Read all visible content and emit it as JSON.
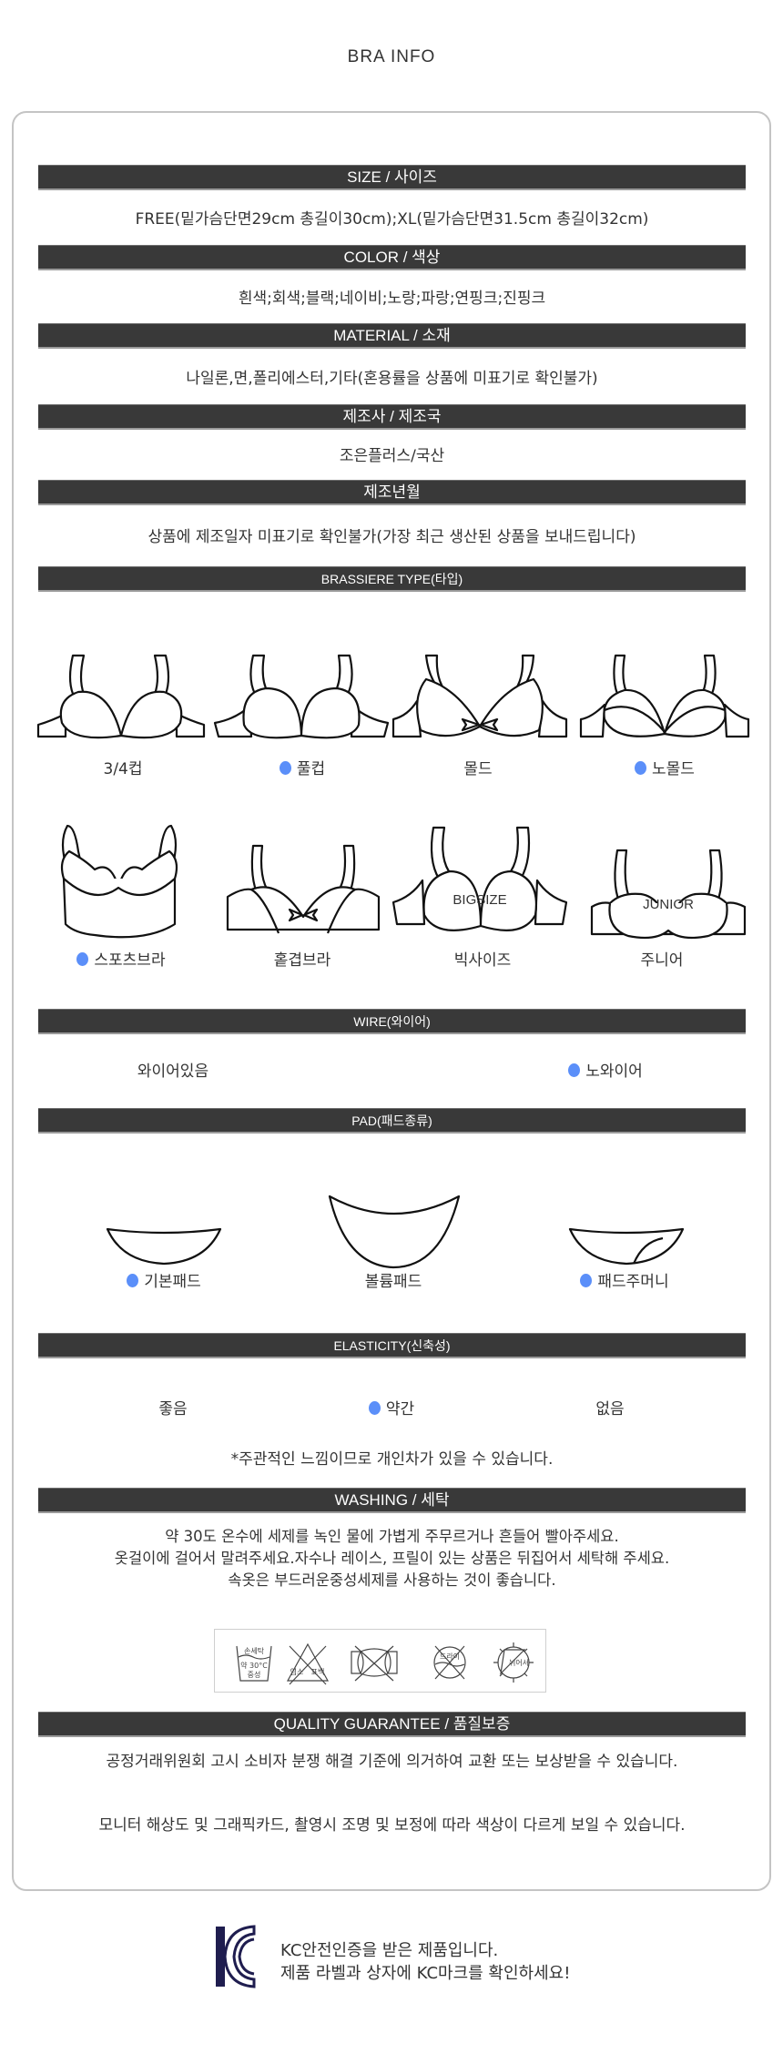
{
  "page": {
    "title": "BRA INFO"
  },
  "sections": {
    "size": {
      "header": "SIZE / 사이즈",
      "value": "FREE(밑가슴단면29cm 총길이30cm);XL(밑가슴단면31.5cm 총길이32cm)"
    },
    "color": {
      "header": "COLOR / 색상",
      "value": "흰색;회색;블랙;네이비;노랑;파랑;연핑크;진핑크"
    },
    "material": {
      "header": "MATERIAL / 소재",
      "value": "나일론,면,폴리에스터,기타(혼용률을 상품에 미표기로 확인불가)"
    },
    "maker": {
      "header": "제조사 / 제조국",
      "value": "조은플러스/국산"
    },
    "date": {
      "header": "제조년월",
      "value": "상품에 제조일자 미표기로 확인불가(가장 최근 생산된 상품을 보내드립니다)"
    },
    "type": {
      "header": "BRASSIERE TYPE(타입)",
      "items": [
        {
          "label": "3/4컵",
          "selected": false,
          "icon": "three-quarter-cup-bra-icon"
        },
        {
          "label": "풀컵",
          "selected": true,
          "icon": "full-cup-bra-icon"
        },
        {
          "label": "몰드",
          "selected": false,
          "icon": "molded-bra-icon"
        },
        {
          "label": "노몰드",
          "selected": true,
          "icon": "non-molded-bra-icon"
        },
        {
          "label": "스포츠브라",
          "selected": true,
          "icon": "sports-bra-icon"
        },
        {
          "label": "홑겹브라",
          "selected": false,
          "icon": "single-layer-bra-icon"
        },
        {
          "label": "빅사이즈",
          "selected": false,
          "icon": "bigsize-bra-icon",
          "figure_text": "BIGSIZE"
        },
        {
          "label": "주니어",
          "selected": false,
          "icon": "junior-bra-icon",
          "figure_text": "JUNIOR"
        }
      ]
    },
    "wire": {
      "header": "WIRE(와이어)",
      "items": [
        {
          "label": "와이어있음",
          "selected": false
        },
        {
          "label": "노와이어",
          "selected": true
        }
      ]
    },
    "pad": {
      "header": "PAD(패드종류)",
      "items": [
        {
          "label": "기본패드",
          "selected": true,
          "icon": "basic-pad-icon"
        },
        {
          "label": "볼륨패드",
          "selected": false,
          "icon": "volume-pad-icon"
        },
        {
          "label": "패드주머니",
          "selected": true,
          "icon": "pad-pocket-icon"
        }
      ]
    },
    "elasticity": {
      "header": "ELASTICITY(신축성)",
      "items": [
        {
          "label": "좋음",
          "selected": false
        },
        {
          "label": "약간",
          "selected": true
        },
        {
          "label": "없음",
          "selected": false
        }
      ],
      "note": "*주관적인 느낌이므로 개인차가 있을 수 있습니다."
    },
    "washing": {
      "header": "WASHING / 세탁",
      "lines": [
        "약 30도 온수에 세제를 녹인 물에 가볍게 주무르거나 흔들어 빨아주세요.",
        "옷걸이에 걸어서 말려주세요.자수나 레이스, 프릴이 있는 상품은 뒤집어서 세탁해 주세요.",
        "속옷은 부드러운중성세제를 사용하는 것이 좋습니다."
      ],
      "care_symbols": {
        "hand_wash": {
          "top": "손세탁",
          "temp": "약 30°C",
          "bottom": "중성"
        },
        "no_bleach": {
          "left": "염소",
          "right": "표백"
        },
        "no_wring": {},
        "no_dry_clean": {
          "label": "드라이"
        },
        "dry_flat": {
          "label": "뉘어서"
        }
      }
    },
    "quality": {
      "header": "QUALITY GUARANTEE / 품질보증",
      "lines": [
        "공정거래위원회 고시 소비자 분쟁 해결 기준에 의거하여 교환 또는 보상받을 수 있습니다.",
        "모니터 해상도 및 그래픽카드, 촬영시 조명 및 보정에 따라 색상이 다르게 보일 수 있습니다."
      ]
    }
  },
  "kc": {
    "line1": "KC안전인증을 받은 제품입니다.",
    "line2": "제품 라벨과 상자에 KC마크를 확인하세요!"
  },
  "colors": {
    "header_bar": "#393939",
    "selected_dot": "#5b8ff9",
    "card_border": "#c4c4c4",
    "kc_logo": "#1f1d4f"
  }
}
